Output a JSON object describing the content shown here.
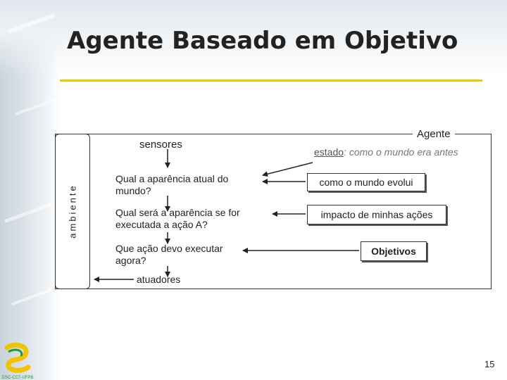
{
  "slide": {
    "title": "Agente Baseado em Objetivo",
    "page_number": "15"
  },
  "diagram": {
    "environment_label": "ambiente",
    "agent_label": "Agente",
    "sensors_label": "sensores",
    "actuators_label": "atuadores",
    "state": {
      "prefix": "estado",
      "suffix": ": como o mundo era antes"
    },
    "questions": [
      {
        "line1": "Qual a aparência atual do",
        "line2": "mundo?"
      },
      {
        "line1": "Qual será a aparência se for",
        "line2": "executada a ação A?"
      },
      {
        "line1": "Que ação devo executar",
        "line2": "agora?"
      }
    ],
    "boxes": {
      "world_evolves": "como o mundo evolui",
      "action_impact": "impacto de minhas ações",
      "goals": "Objetivos"
    }
  },
  "logo": {
    "text": "DSC-CCT-UFPB",
    "colors": [
      "#f2c400",
      "#1a9a3a"
    ]
  }
}
